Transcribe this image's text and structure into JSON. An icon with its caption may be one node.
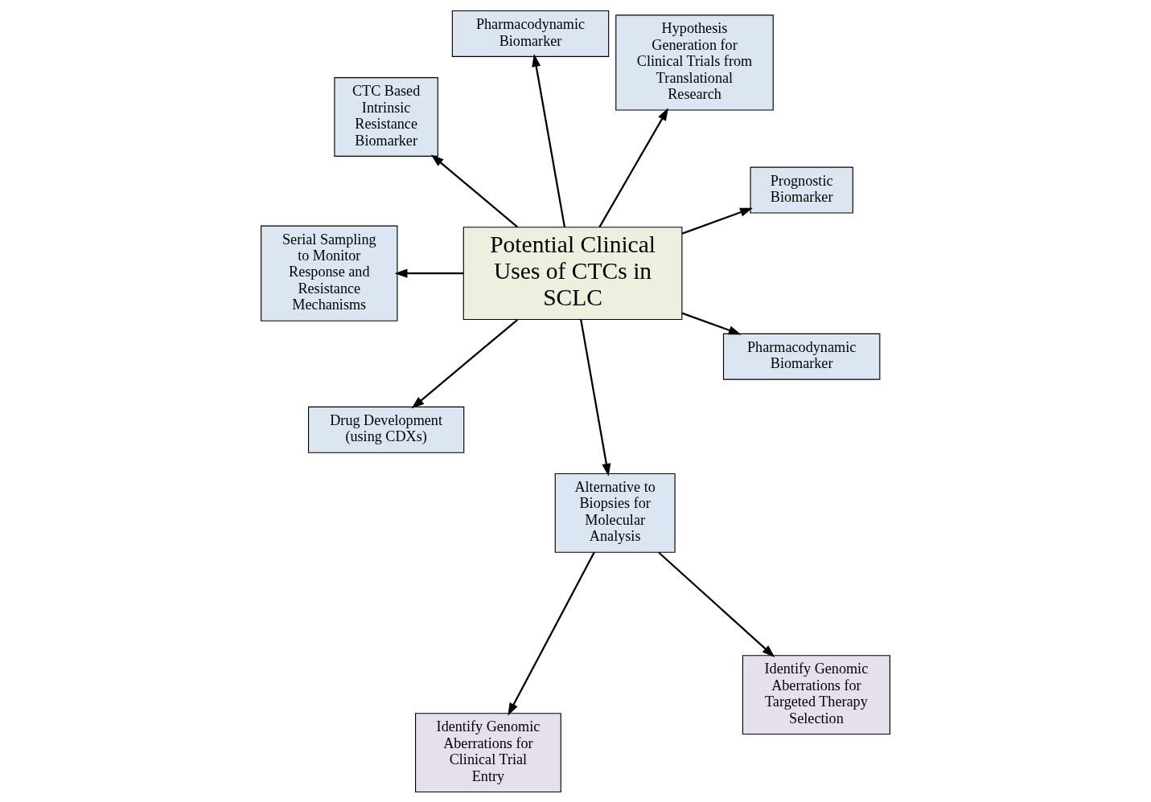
{
  "diagram": {
    "nodes": [
      {
        "text": [
          "Potential Clinical Uses of CTCs in SCLC"
        ]
      },
      {
        "text": [
          "Prognostic Biomarker"
        ]
      },
      {
        "text": [
          "Hypothesis Generation for Clinical Trials from Translational Research"
        ]
      },
      {
        "text": [
          "Pharmacodynamic Biomarker"
        ]
      },
      {
        "text": [
          "CTC Based Intrinsic Resistance Biomarker"
        ]
      },
      {
        "text": [
          "Serial Sampling to Monitor Response and Resistance Mechanisms"
        ]
      },
      {
        "text": [
          "Drug Development (using CDXs)"
        ]
      },
      {
        "text": [
          "Alternative to Biopsies for Molecular Analysis"
        ]
      },
      {
        "text": [
          "Pharmacodynamic Biomarker"
        ]
      },
      {
        "text": [
          "Identify Genomic Aberrations for Clinical Trial Entry"
        ]
      },
      {
        "text": [
          "Identify Genomic Aberrations for Targeted Therapy Selection"
        ]
      }
    ],
    "edges": [
      {
        "from": 0,
        "to": 1,
        "arrow": "to"
      },
      {
        "from": 0,
        "to": 2,
        "arrow": "to"
      },
      {
        "from": 0,
        "to": 3,
        "arrow": "to"
      },
      {
        "from": 0,
        "to": 4,
        "arrow": "to"
      },
      {
        "from": 0,
        "to": 5,
        "arrow": "to"
      },
      {
        "from": 0,
        "to": 6,
        "arrow": "to"
      },
      {
        "from": 0,
        "to": 7,
        "arrow": "to"
      },
      {
        "from": 0,
        "to": 8,
        "arrow": "to"
      },
      {
        "from": 7,
        "to": 9,
        "arrow": "to"
      },
      {
        "from": 7,
        "to": 10,
        "arrow": "to"
      }
    ]
  }
}
